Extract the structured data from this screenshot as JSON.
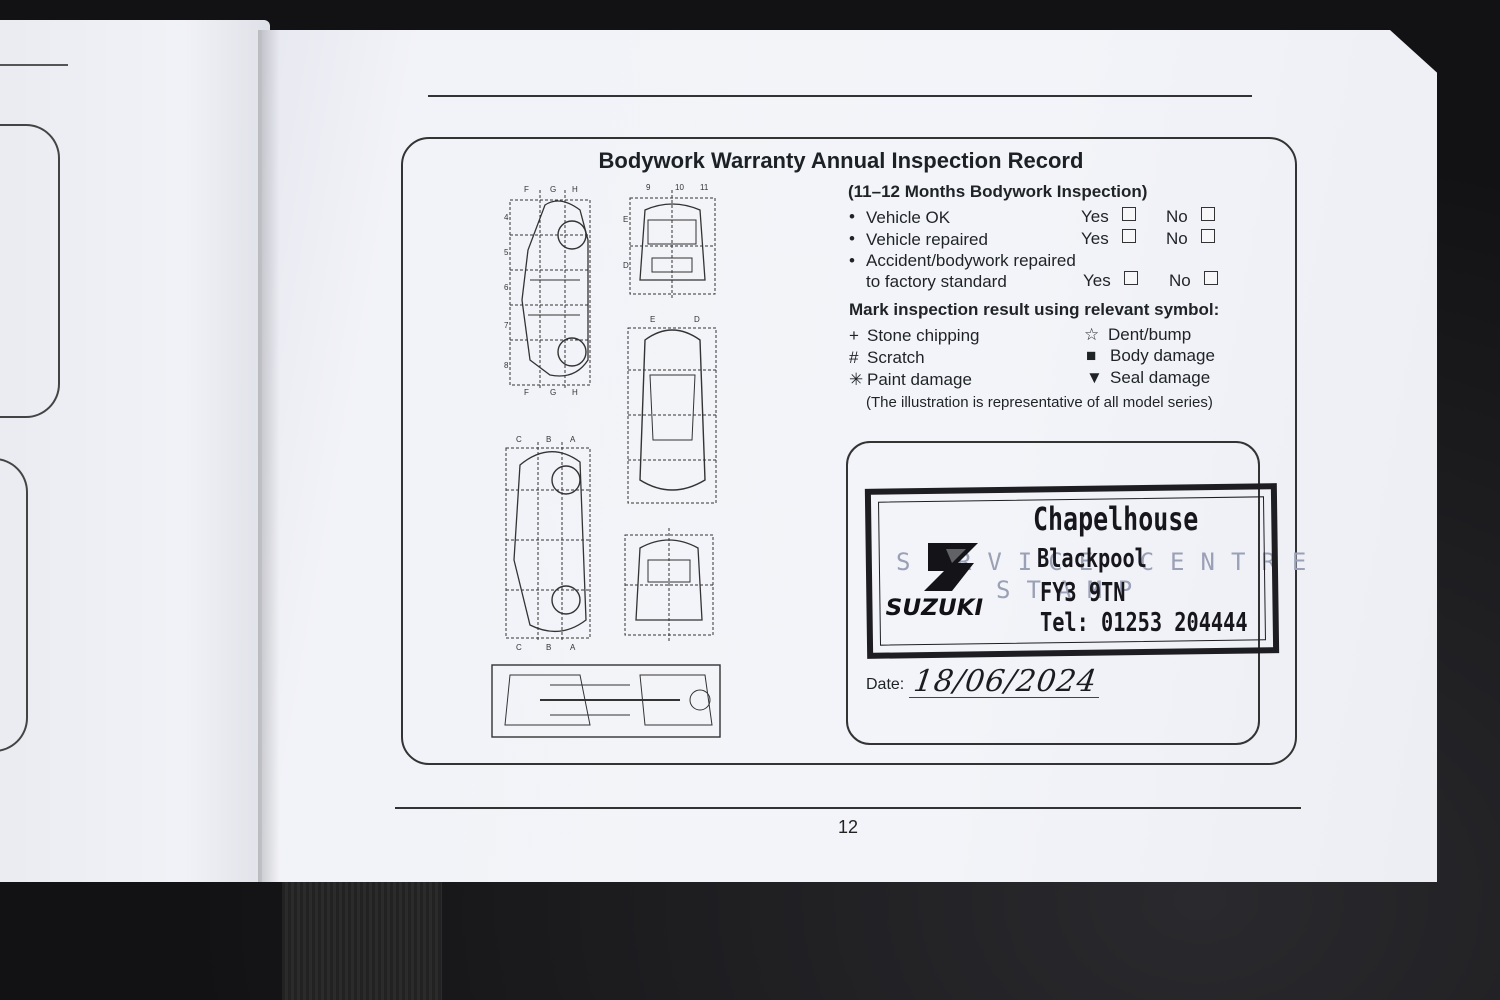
{
  "form": {
    "title": "Bodywork Warranty Annual Inspection Record",
    "subtitle": "(11–12 Months Bodywork Inspection)",
    "checks": [
      {
        "label": "Vehicle OK",
        "yes": "Yes",
        "no": "No"
      },
      {
        "label": "Vehicle repaired",
        "yes": "Yes",
        "no": "No"
      },
      {
        "label_line1": "Accident/bodywork repaired",
        "label_line2": "to factory standard",
        "yes": "Yes",
        "no": "No"
      }
    ],
    "bullet": "•",
    "symbols_heading": "Mark inspection result using relevant symbol:",
    "symbols": [
      {
        "glyph": "+",
        "label": "Stone chipping"
      },
      {
        "glyph": "☆",
        "label": "Dent/bump"
      },
      {
        "glyph": "#",
        "label": "Scratch"
      },
      {
        "glyph": "■",
        "label": "Body damage"
      },
      {
        "glyph": "✳",
        "label": "Paint damage"
      },
      {
        "glyph": "▼",
        "label": "Seal damage"
      }
    ],
    "illustration_note": "(The illustration is representative of all model series)",
    "date_label": "Date:",
    "date_value": "18/06/2024"
  },
  "stamp": {
    "dealer": "Chapelhouse",
    "town": "Blackpool",
    "postcode": "FY3 9TN",
    "phone": "Tel: 01253 204444",
    "brand": "SUZUKI",
    "faint_line1": "SERVICE CENTRE",
    "faint_line2": "STAMP"
  },
  "page_number": "12",
  "diagram_labels": {
    "side_top": [
      "F",
      "G",
      "H"
    ],
    "side_bottom": [
      "F",
      "G",
      "H"
    ],
    "side_left_nums": [
      "4",
      "5",
      "6",
      "7",
      "8"
    ],
    "side2_top": [
      "C",
      "B",
      "A"
    ],
    "side2_bottom": [
      "C",
      "B",
      "A"
    ],
    "front_top": [
      "9",
      "10",
      "11"
    ],
    "front_side": [
      "E",
      "D"
    ],
    "top_view_letters": [
      "E",
      "D"
    ]
  }
}
